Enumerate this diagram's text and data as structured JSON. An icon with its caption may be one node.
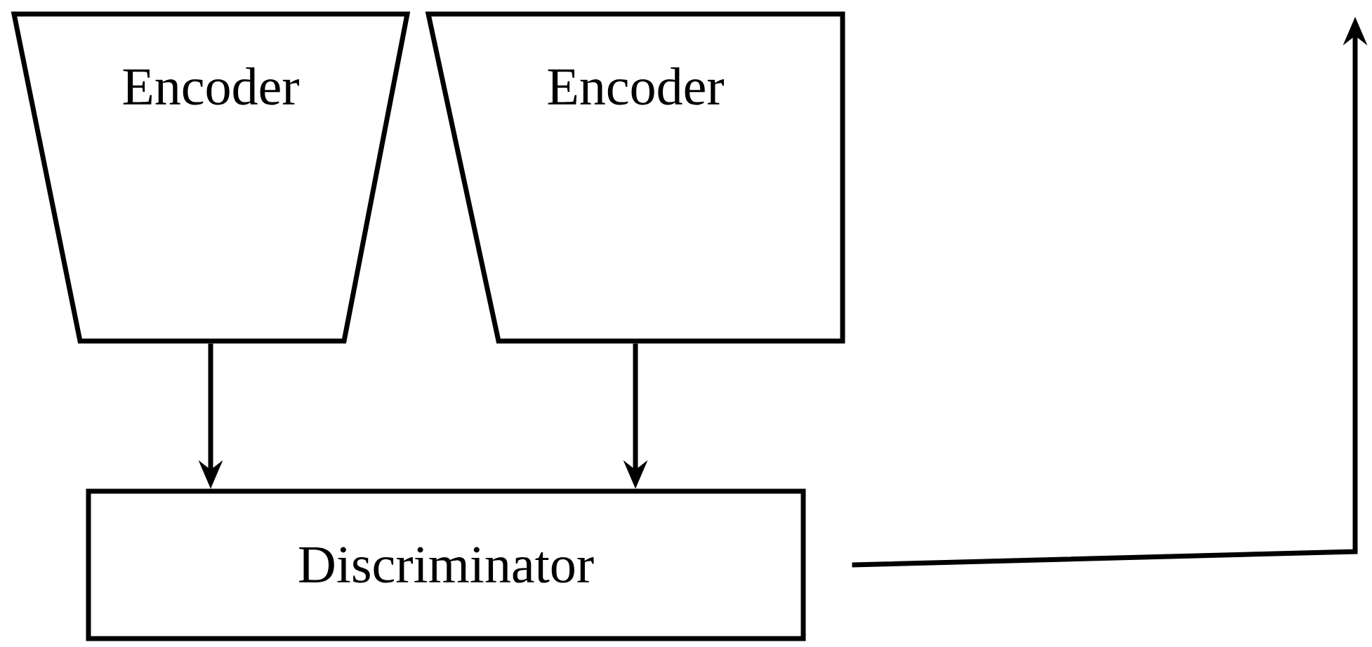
{
  "diagram": {
    "nodes": [
      {
        "text": [
          "Encoder"
        ]
      },
      {
        "text": [
          "Encoder"
        ]
      },
      {
        "text": [
          "Discriminator"
        ]
      }
    ],
    "edges": [
      {
        "from": 0,
        "to": 2,
        "arrow": "to"
      },
      {
        "from": 1,
        "to": 2,
        "arrow": "to"
      },
      {
        "from": 2,
        "to": null,
        "arrow": "to"
      }
    ]
  }
}
